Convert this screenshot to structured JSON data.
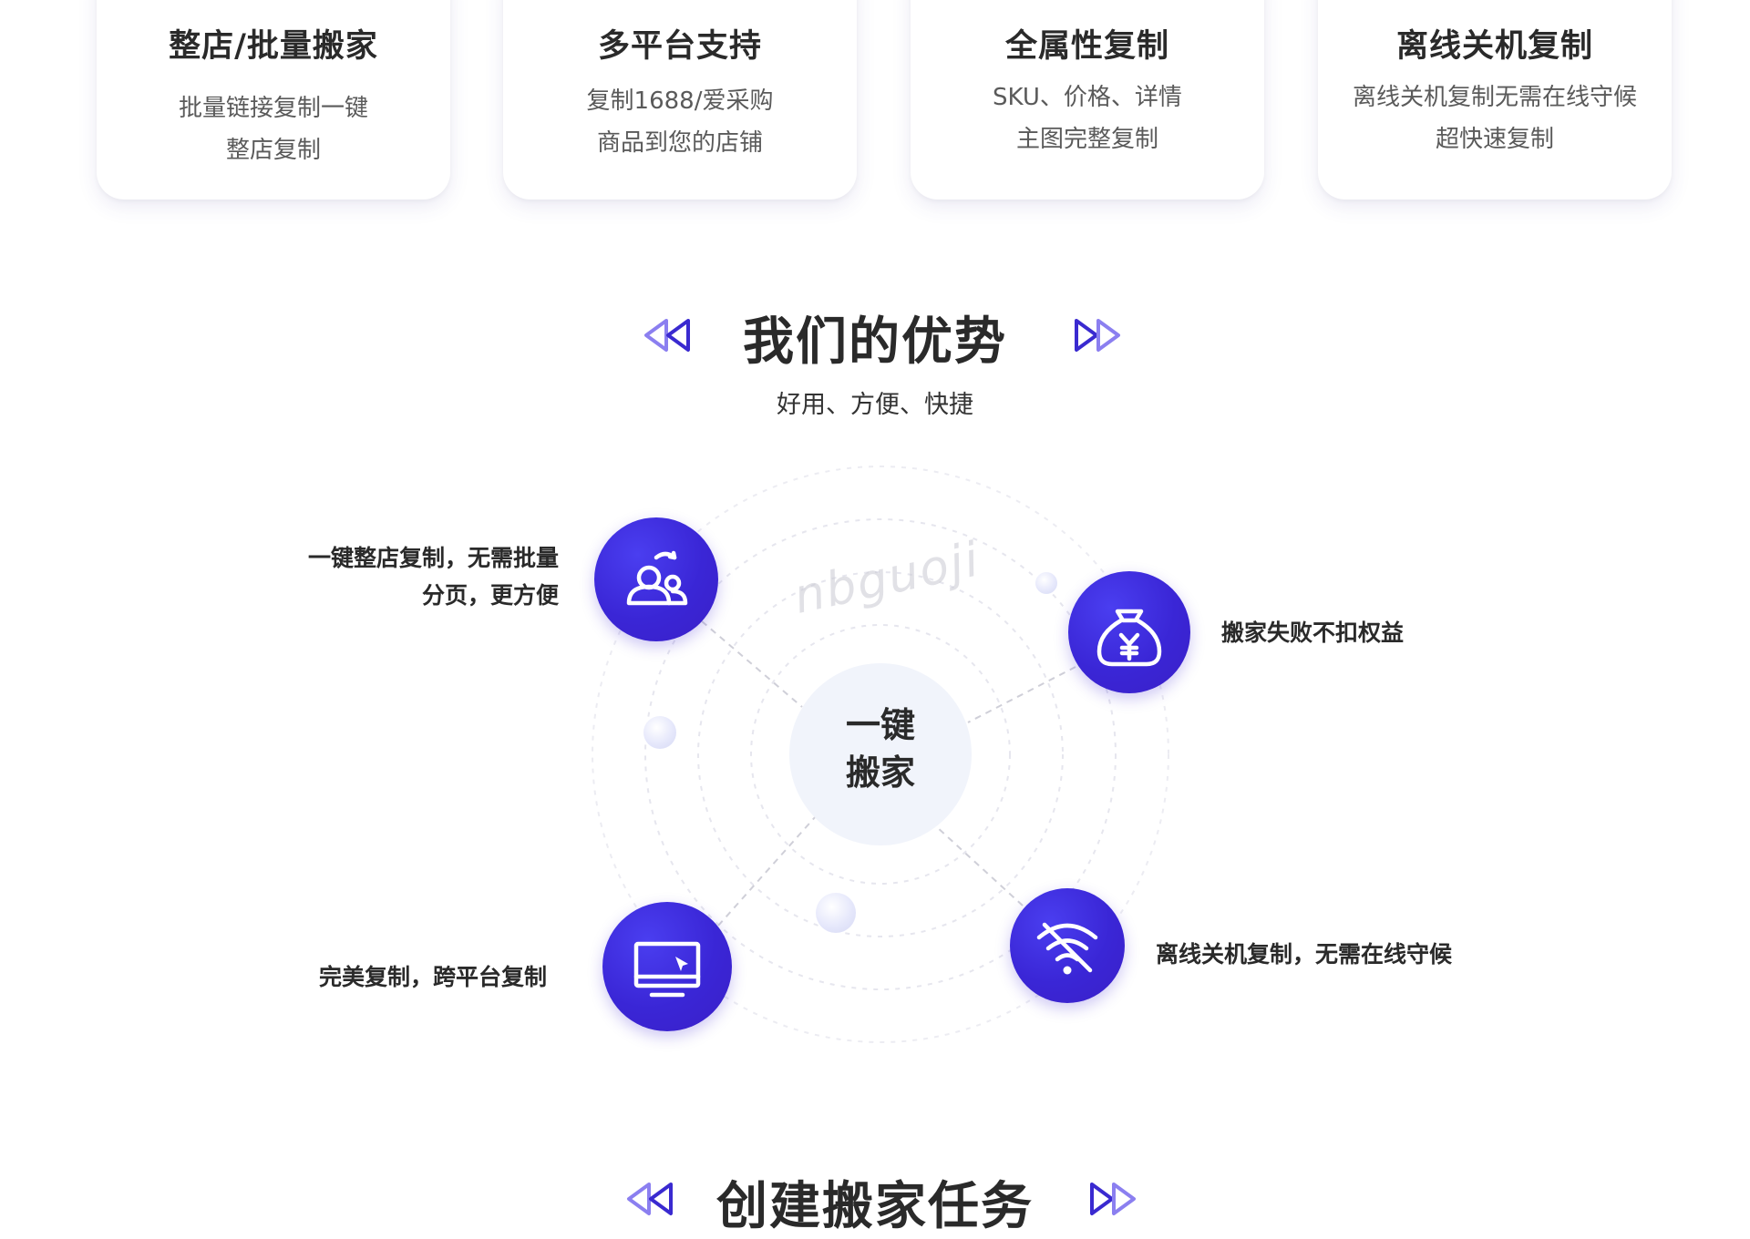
{
  "cards": [
    {
      "title": "整店/批量搬家",
      "desc": [
        "批量链接复制一键",
        "整店复制"
      ]
    },
    {
      "title": "多平台支持",
      "desc": [
        "复制1688/爱采购",
        "商品到您的店铺"
      ]
    },
    {
      "title": "全属性复制",
      "desc": [
        "SKU、价格、详情",
        "主图完整复制"
      ]
    },
    {
      "title": "离线关机复制",
      "desc": [
        "离线关机复制无需在线守候",
        "超快速复制"
      ]
    }
  ],
  "advantages": {
    "title": "我们的优势",
    "subtitle": "好用、方便、快捷",
    "center": [
      "一键",
      "搬家"
    ],
    "watermark": "nbguoji",
    "nodes": [
      {
        "label": [
          "一键整店复制，无需批量",
          "分页，更方便"
        ],
        "icon": "users-refresh-icon"
      },
      {
        "label": [
          "搬家失败不扣权益"
        ],
        "icon": "money-bag-yuan-icon"
      },
      {
        "label": [
          "完美复制，跨平台复制"
        ],
        "icon": "monitor-cursor-icon"
      },
      {
        "label": [
          "离线关机复制，无需在线守候"
        ],
        "icon": "wifi-off-icon"
      }
    ]
  },
  "create_task": {
    "title": "创建搬家任务"
  },
  "colors": {
    "accent": "#3a26d6",
    "arrow_light": "#8b7ff0",
    "arrow_dark": "#3a2ad0",
    "text": "#2a2a2a"
  }
}
